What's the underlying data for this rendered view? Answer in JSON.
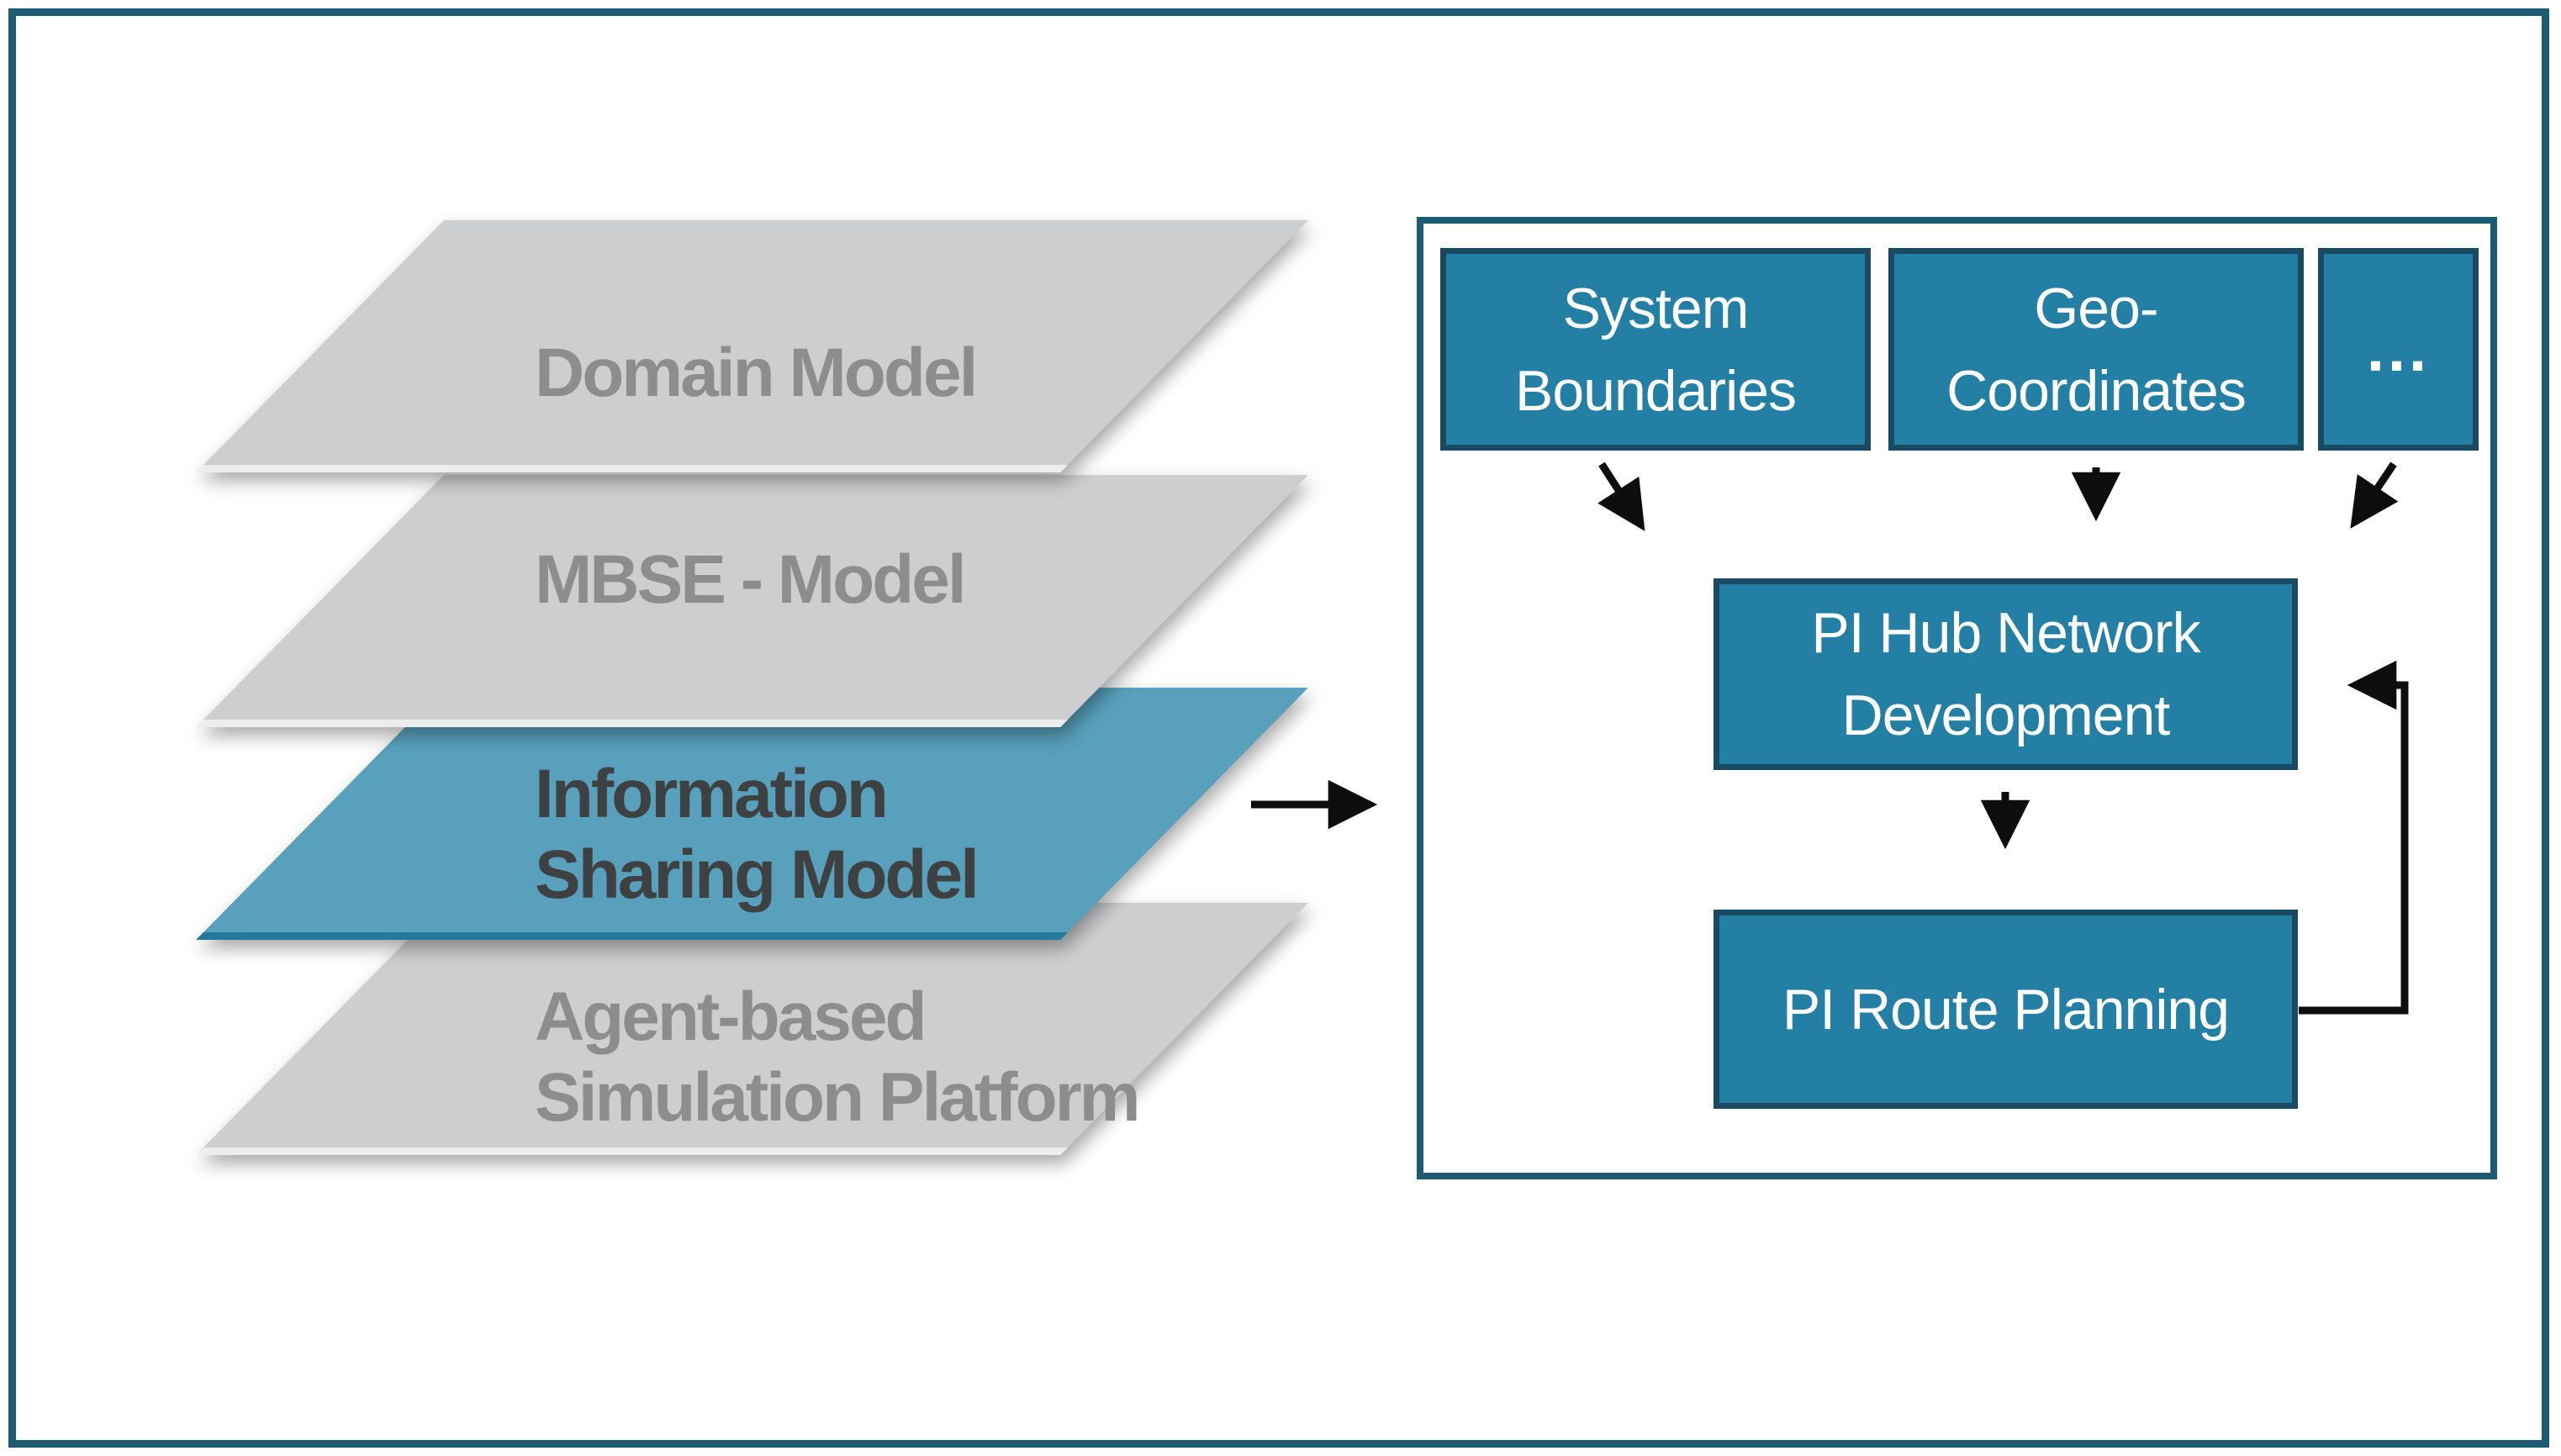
{
  "figure": {
    "stack": {
      "layers": [
        {
          "id": "domain-model",
          "line1": "Domain Model",
          "line2": ""
        },
        {
          "id": "mbse-model",
          "line1": "MBSE - Model",
          "line2": ""
        },
        {
          "id": "information-sharing-model",
          "line1": "Information",
          "line2": "Sharing Model"
        },
        {
          "id": "agent-based-simulation-platform",
          "line1": "Agent-based",
          "line2": "Simulation Platform"
        }
      ]
    },
    "flowchart": {
      "input_boxes": [
        {
          "id": "system-boundaries",
          "line1": "System",
          "line2": "Boundaries"
        },
        {
          "id": "geo-coordinates",
          "line1": "Geo-",
          "line2": "Coordinates"
        },
        {
          "id": "more-inputs",
          "line1": "...",
          "line2": ""
        }
      ],
      "hub_box": {
        "line1": "PI Hub Network",
        "line2": "Development"
      },
      "route_box": {
        "line1": "PI Route Planning"
      }
    },
    "colors": {
      "frame_border": "#1D5B74",
      "panel_border": "#1D5B74",
      "node_fill": "#2380A4",
      "node_border": "#194A61",
      "node_text": "#FFFFFF",
      "layer_gray": "#CDCED0",
      "layer_blue": "#58A0BB",
      "layer_text_gray": "#8C8D8F",
      "layer_text_dark": "#3E4142",
      "arrow_black": "#0D0D0D"
    }
  }
}
